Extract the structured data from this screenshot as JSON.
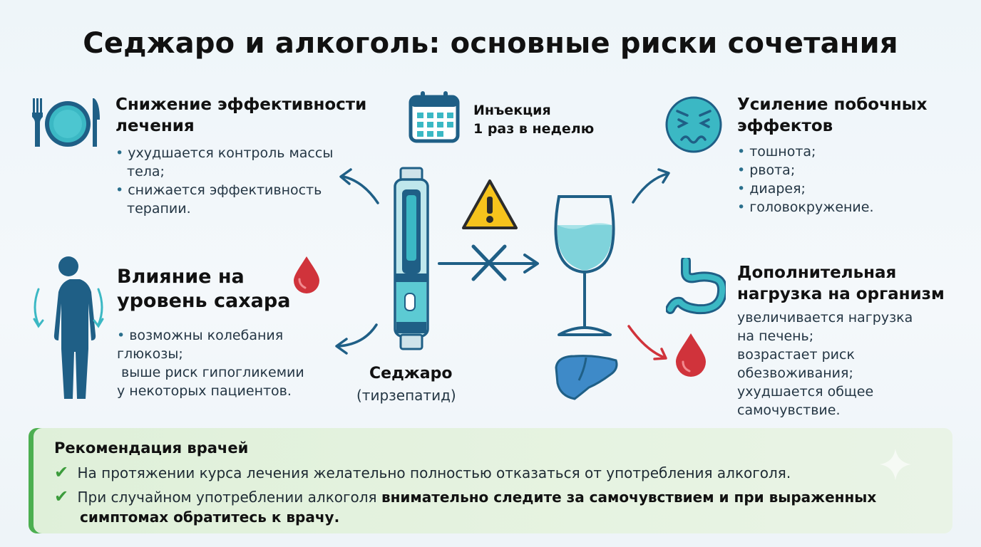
{
  "title": "Седжаро и алкоголь: основные риски сочетания",
  "efficacy": {
    "heading_line1": "Снижение эффективности",
    "heading_line2": "лечения",
    "items": [
      {
        "line1": "ухудшается контроль массы",
        "line2": "тела;"
      },
      {
        "line1": "снижается эффективность",
        "line2": "терапии."
      }
    ]
  },
  "injection": {
    "line1": "Инъекция",
    "line2": "1 раз в неделю"
  },
  "side_effects": {
    "heading_line1": "Усиление побочных",
    "heading_line2": "эффектов",
    "items": [
      "тошнота;",
      "рвота;",
      "диарея;",
      "головокружение."
    ]
  },
  "sugar": {
    "heading_line1": "Влияние на",
    "heading_line2": "уровень сахара",
    "lines": [
      "возможны колебания",
      "глюкозы;",
      "выше риск гипогликемии",
      "у некоторых пациентов."
    ]
  },
  "drug": {
    "name": "Седжаро",
    "generic": "(тирзепатид)"
  },
  "load": {
    "heading_line1": "Дополнительная",
    "heading_line2": "нагрузка на организм",
    "lines": [
      "увеличивается нагрузка",
      "на печень;",
      "возрастает риск",
      "обезвоживания;",
      "ухудшается общее",
      "самочувствие."
    ]
  },
  "recommendation": {
    "title": "Рекомендация врачей",
    "item1": "На протяжении курса лечения желательно полностью отказаться от употребления алкоголя.",
    "item2_plain": "При случайном употреблении алкоголя ",
    "item2_bold_line1": "внимательно следите за самочувствием и при выраженных",
    "item2_bold_line2": "симптомах обратитесь к врачу."
  },
  "colors": {
    "accent_teal": "#3bb8c4",
    "dark_blue": "#1f5f86",
    "warning_yellow": "#f6c31c",
    "blood_red": "#d0333b",
    "check_green": "#4caf50"
  },
  "icons": [
    "plate-fork-knife-icon",
    "calendar-icon",
    "nausea-face-icon",
    "body-silhouette-icon",
    "blood-drop-icon",
    "injection-pen-icon",
    "warning-icon",
    "wine-glass-icon",
    "stomach-icon",
    "liver-icon",
    "check-icon"
  ]
}
